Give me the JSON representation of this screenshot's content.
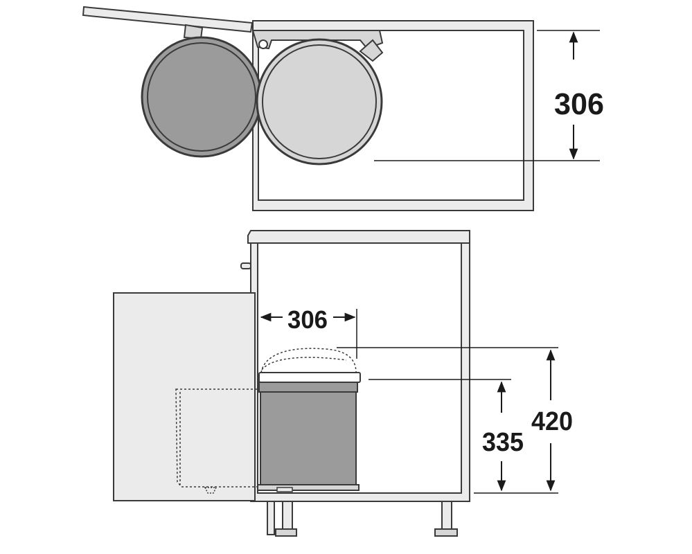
{
  "dimensions": {
    "top_depth": "306",
    "side_width": "306",
    "bin_height": "335",
    "open_lid_height": "420"
  },
  "colors": {
    "line": "#3a3a3a",
    "panel_fill": "#ebebeb",
    "bin_dark": "#9b9b9b",
    "bin_light": "#d6d6d6",
    "dim_line": "#1a1a1a",
    "background": "#ffffff"
  }
}
